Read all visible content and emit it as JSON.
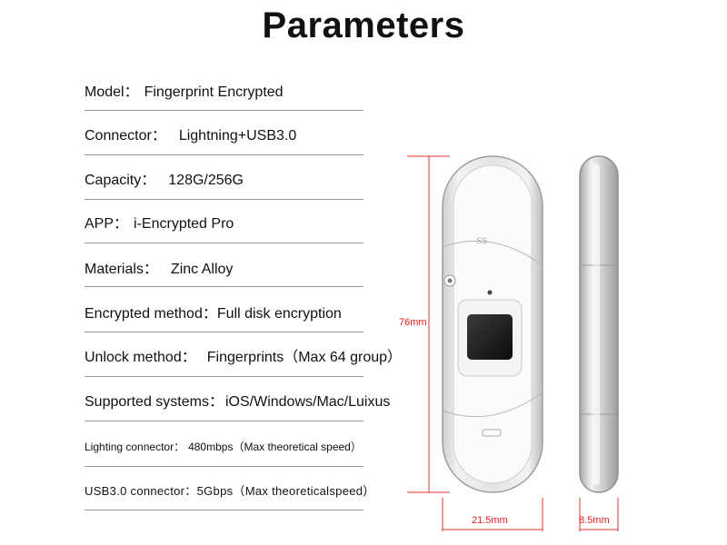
{
  "title": "Parameters",
  "parameters": [
    {
      "label": "Model：",
      "value": "Fingerprint Encrypted"
    },
    {
      "label": "Connector：",
      "value": "Lightning+USB3.0"
    },
    {
      "label": "Capacity：",
      "value": "128G/256G"
    },
    {
      "label": "APP：",
      "value": "i-Encrypted Pro"
    },
    {
      "label": "Materials：",
      "value": "Zinc Alloy"
    },
    {
      "label": "Encrypted method：",
      "value": "Full disk encryption"
    },
    {
      "label": "Unlock method：",
      "value": "Fingerprints（Max 64 group）"
    },
    {
      "label": "Supported systems：",
      "value": "iOS/Windows/Mac/Luixus"
    },
    {
      "label": "Lighting connector：",
      "value": "480mbps（Max theoretical speed）"
    },
    {
      "label": "USB3.0 connector：",
      "value": "5Gbps（Max theoreticalspeed）"
    }
  ],
  "dimensions": {
    "height": "76mm",
    "width": "21.5mm",
    "thickness": "8.5mm"
  },
  "colors": {
    "dimension": "#e03030",
    "divider": "#9a9a9a"
  },
  "device_markings": {
    "usb_logo": "SS"
  }
}
